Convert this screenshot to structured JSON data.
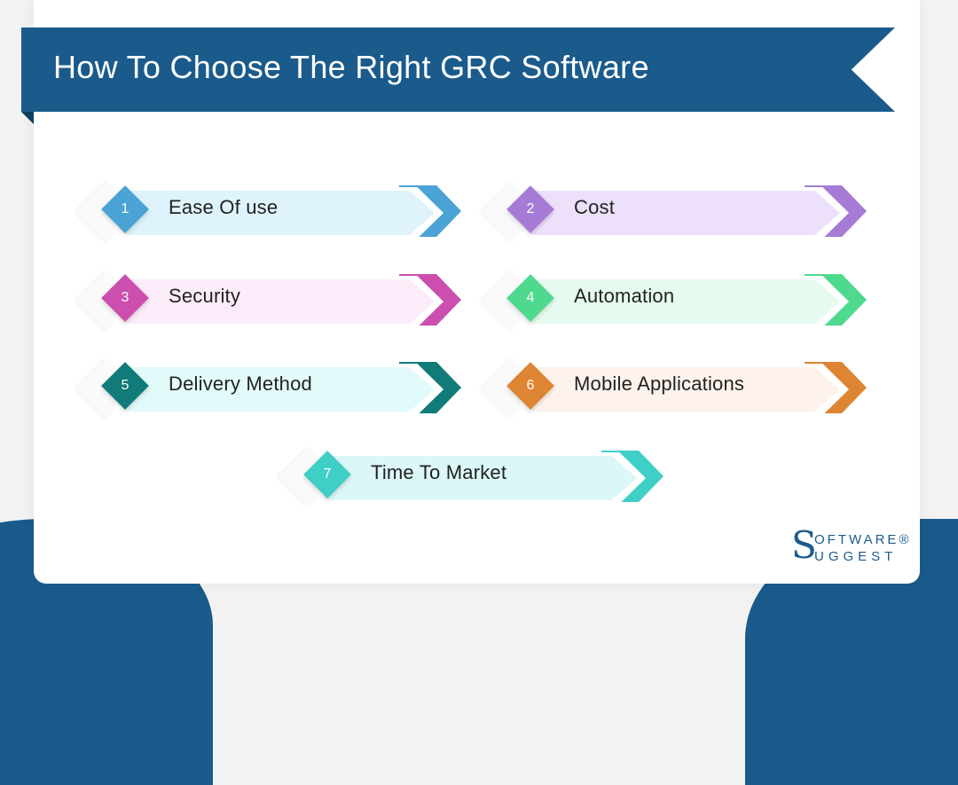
{
  "header": {
    "title": "How To Choose The Right GRC Software"
  },
  "items": [
    {
      "num": "1",
      "label": "Ease Of use",
      "color": "#4aa3d4",
      "bg": "#dff3fc"
    },
    {
      "num": "2",
      "label": "Cost",
      "color": "#a67bd6",
      "bg": "#ece0fb"
    },
    {
      "num": "3",
      "label": "Security",
      "color": "#cc4fb0",
      "bg": "#fcebf8"
    },
    {
      "num": "4",
      "label": "Automation",
      "color": "#4fd98e",
      "bg": "#e6fbef"
    },
    {
      "num": "5",
      "label": "Delivery Method",
      "color": "#107b78",
      "bg": "#e3fafa"
    },
    {
      "num": "6",
      "label": "Mobile Applications",
      "color": "#dd8532",
      "bg": "#fdf3ec"
    },
    {
      "num": "7",
      "label": "Time To Market",
      "color": "#3fcfc6",
      "bg": "#dcf7f7"
    }
  ],
  "logo": {
    "s": "S",
    "line1": "OFTWARE®",
    "line2": "UGGEST"
  },
  "colors": {
    "brand": "#1a5b8c"
  }
}
